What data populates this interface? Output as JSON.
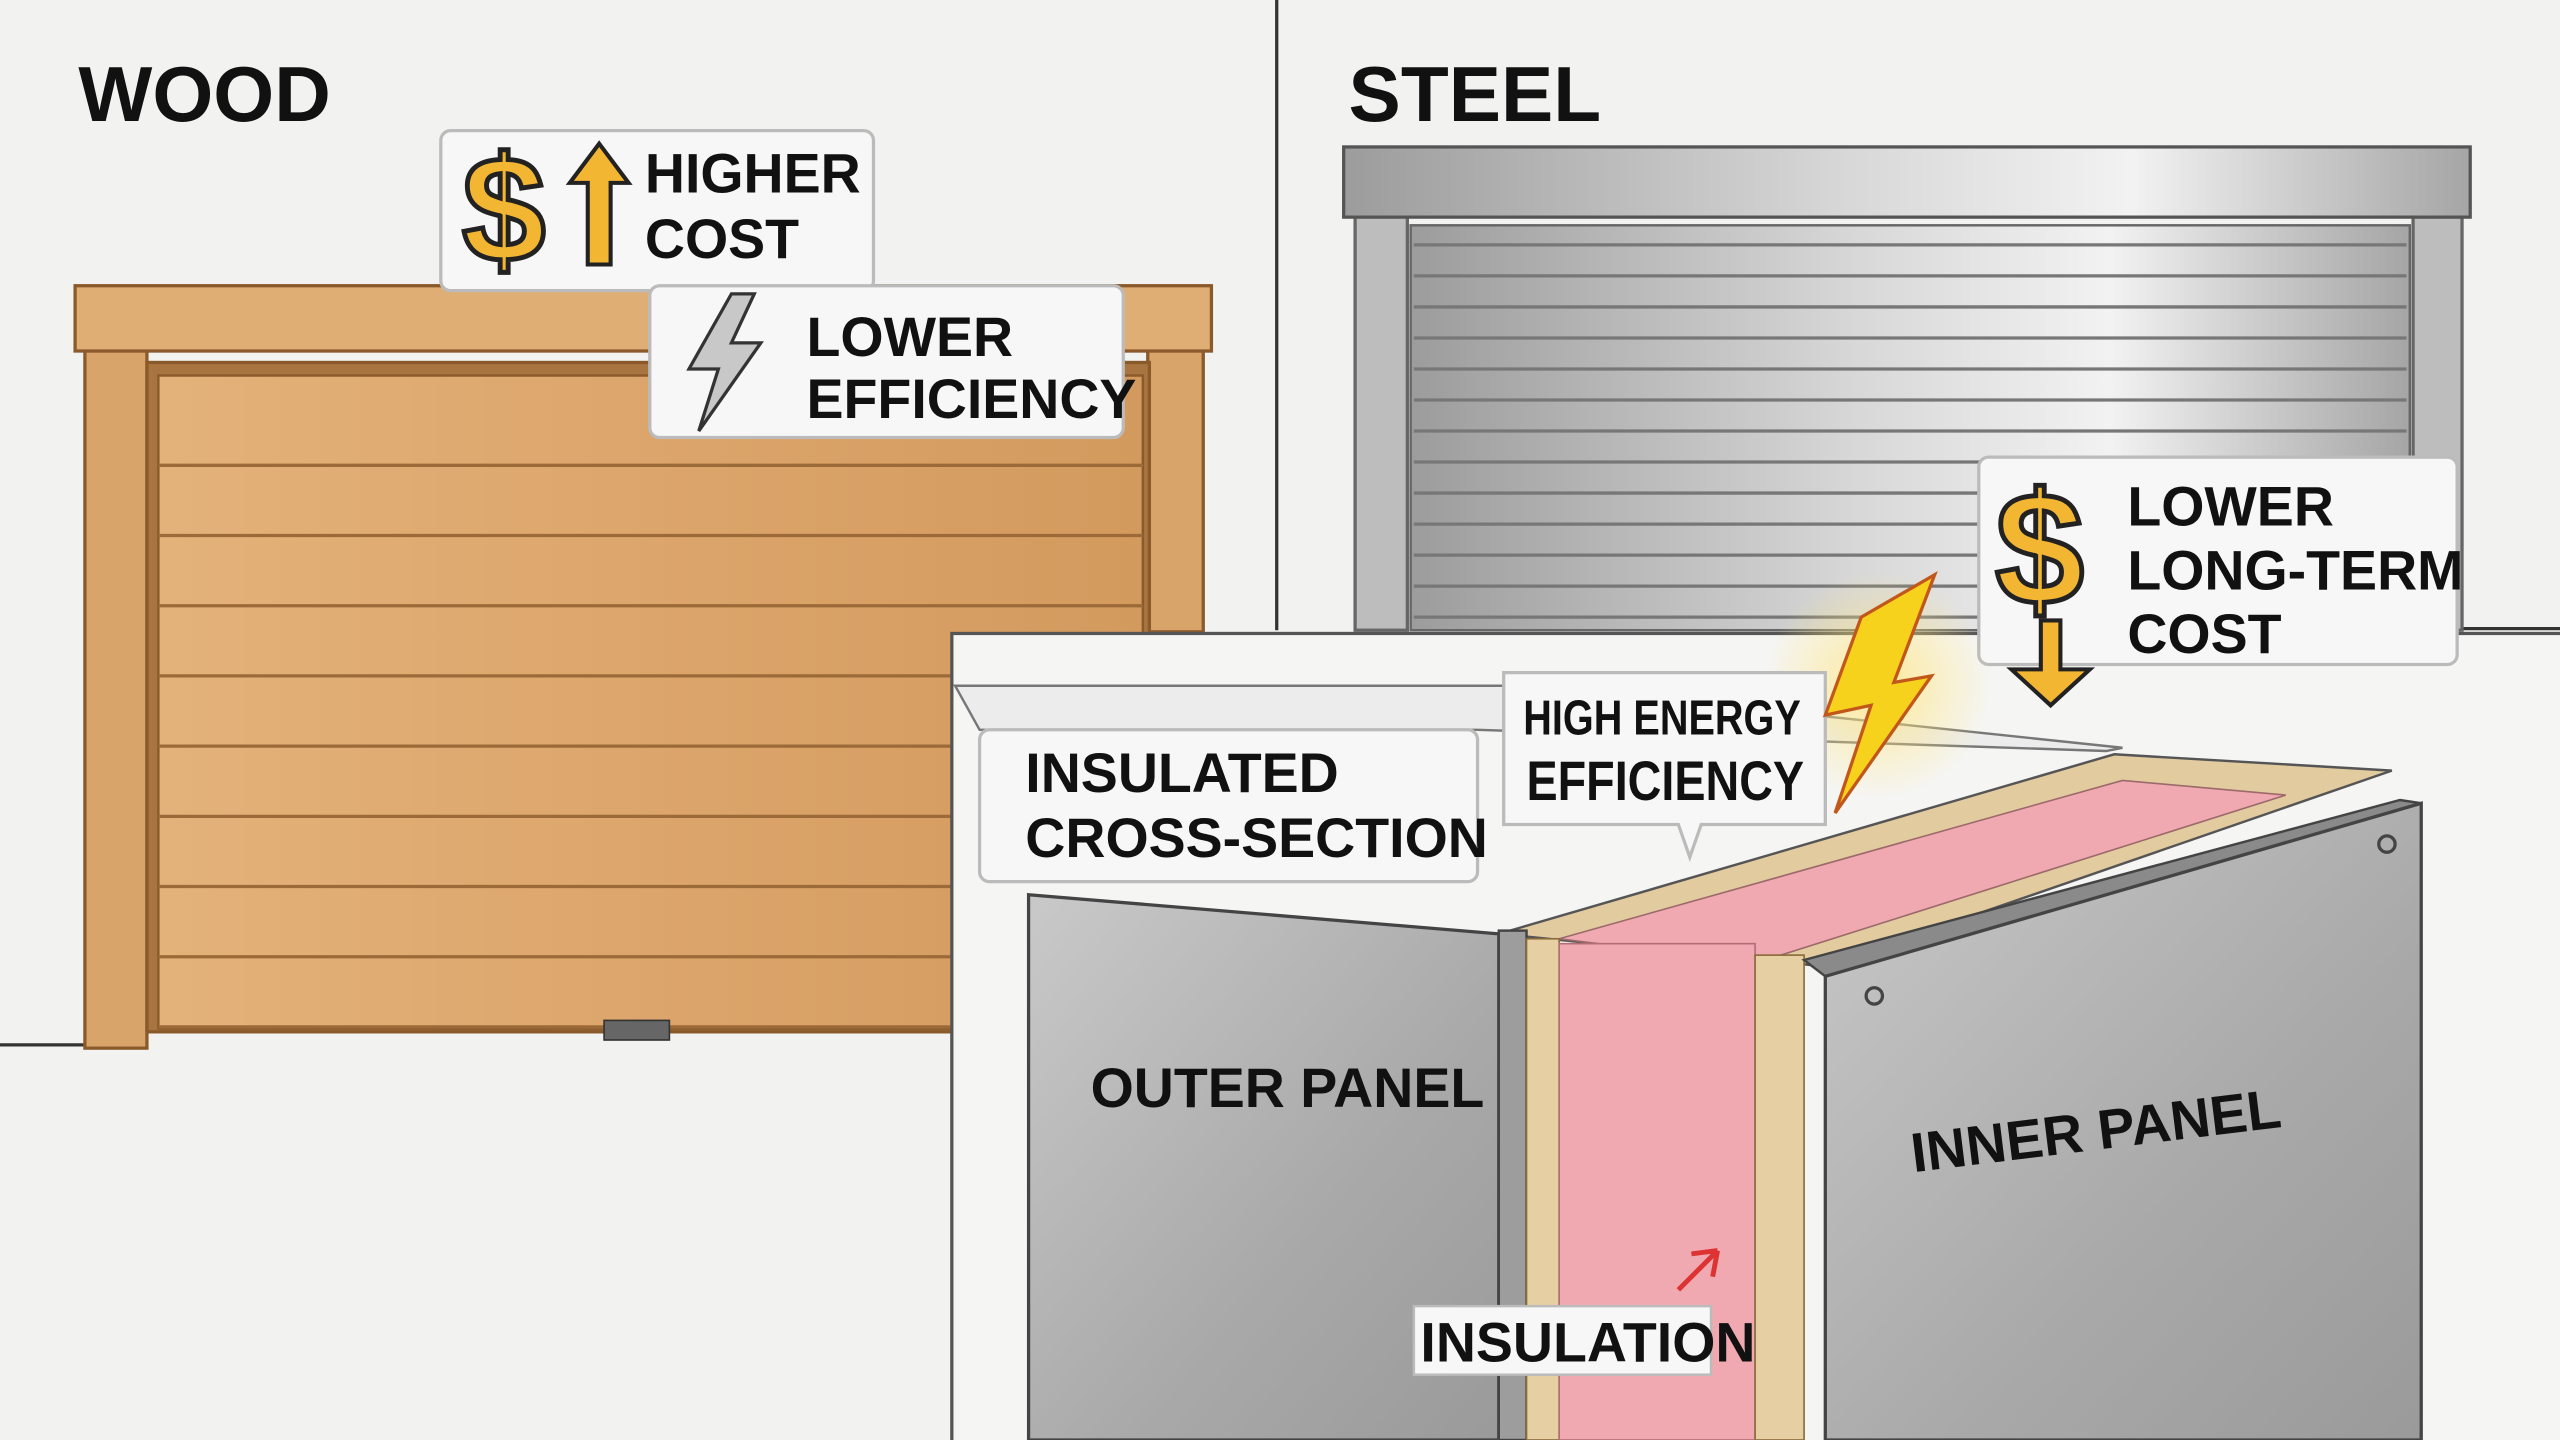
{
  "wood": {
    "title": "WOOD",
    "callouts": [
      {
        "icon": "dollar-up-arrow-icon",
        "lines": [
          "HIGHER",
          "COST"
        ]
      },
      {
        "icon": "lightning-gray-icon",
        "lines": [
          "LOWER",
          "EFFICIENCY"
        ]
      }
    ]
  },
  "steel": {
    "title": "STEEL",
    "callouts": [
      {
        "icon": "dollar-down-arrow-icon",
        "lines": [
          "LOWER",
          "LONG-TERM",
          "COST"
        ]
      }
    ]
  },
  "cross_section": {
    "title_lines": [
      "INSULATED",
      "CROSS-SECTION"
    ],
    "energy_lines": [
      "HIGH ENERGY",
      "EFFICIENCY"
    ],
    "outer_panel": "OUTER PANEL",
    "inner_panel": "INNER PANEL",
    "insulation": "INSULATION"
  },
  "colors": {
    "wood": "#d9a46a",
    "steel": "#b9b9b9",
    "insulation": "#f0a9b0",
    "accent_gold": "#f2b632",
    "lightning_yellow": "#f7d21c"
  }
}
